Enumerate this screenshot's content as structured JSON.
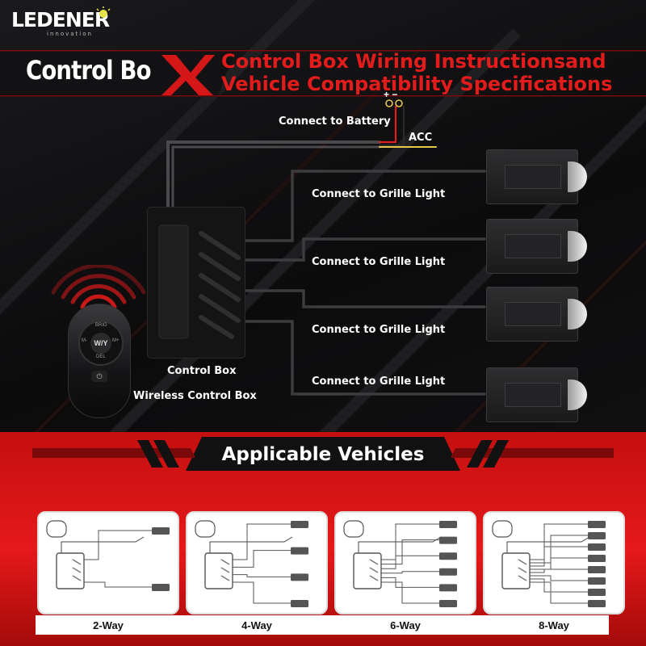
{
  "brand": {
    "name": "LEDENER",
    "tagline": "innovation"
  },
  "header": {
    "left_title": "Control Bo",
    "right_line1": "Control Box Wiring Instructionsand",
    "right_line2": "Vehicle Compatibility Specifications"
  },
  "wiring": {
    "battery_polarity": "+ −",
    "battery_label": "Connect to Battery",
    "acc_label": "ACC",
    "grille_labels": [
      "Connect to Grille Light",
      "Connect to Grille Light",
      "Connect to Grille Light",
      "Connect to Grille Light"
    ],
    "control_box_label": "Control Box",
    "wireless_label": "Wireless Control Box"
  },
  "remote": {
    "center": "W/Y",
    "top": "BRIG",
    "bottom": "DEL",
    "left": "M-",
    "right": "M+",
    "power": "⏻"
  },
  "vehicles": {
    "title": "Applicable Vehicles",
    "options": [
      {
        "label": "2-Way",
        "ways": 2
      },
      {
        "label": "4-Way",
        "ways": 4
      },
      {
        "label": "6-Way",
        "ways": 6
      },
      {
        "label": "8-Way",
        "ways": 8
      }
    ]
  },
  "colors": {
    "accent_red": "#e41b1b",
    "banner_red": "#d91414",
    "battery_positive": "#e02020",
    "acc_wire": "#e8c84a"
  }
}
